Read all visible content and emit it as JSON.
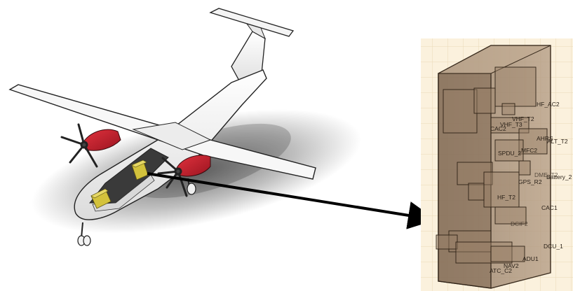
{
  "figure": {
    "left_panel": "twin-turboprop aircraft model with cutaway fuselage showing avionics boxes",
    "right_panel": "3D avionics rack layout with component boxes"
  },
  "colors": {
    "background": "#ffffff",
    "aircraft_body": "#fafafa",
    "nacelle": "#c81e2b",
    "avionics_box": "#d3c23c",
    "rack": "#a08870",
    "rack_outline": "#3a2c1e",
    "grid_background": "#fbf1dd",
    "arrow": "#000000"
  },
  "rack": {
    "component_labels": [
      "HF_AC2",
      "VHF_T2",
      "VHF_T3",
      "CAC2",
      "AHRS",
      "ALT_T2",
      "SPDU_2",
      "MFC2",
      "DME_T2",
      "Battery_2",
      "GPS_R2",
      "HF_T2",
      "CAC1",
      "DCIF2",
      "DCU_1",
      "ADU1",
      "NAV2",
      "ATC_C2"
    ]
  }
}
